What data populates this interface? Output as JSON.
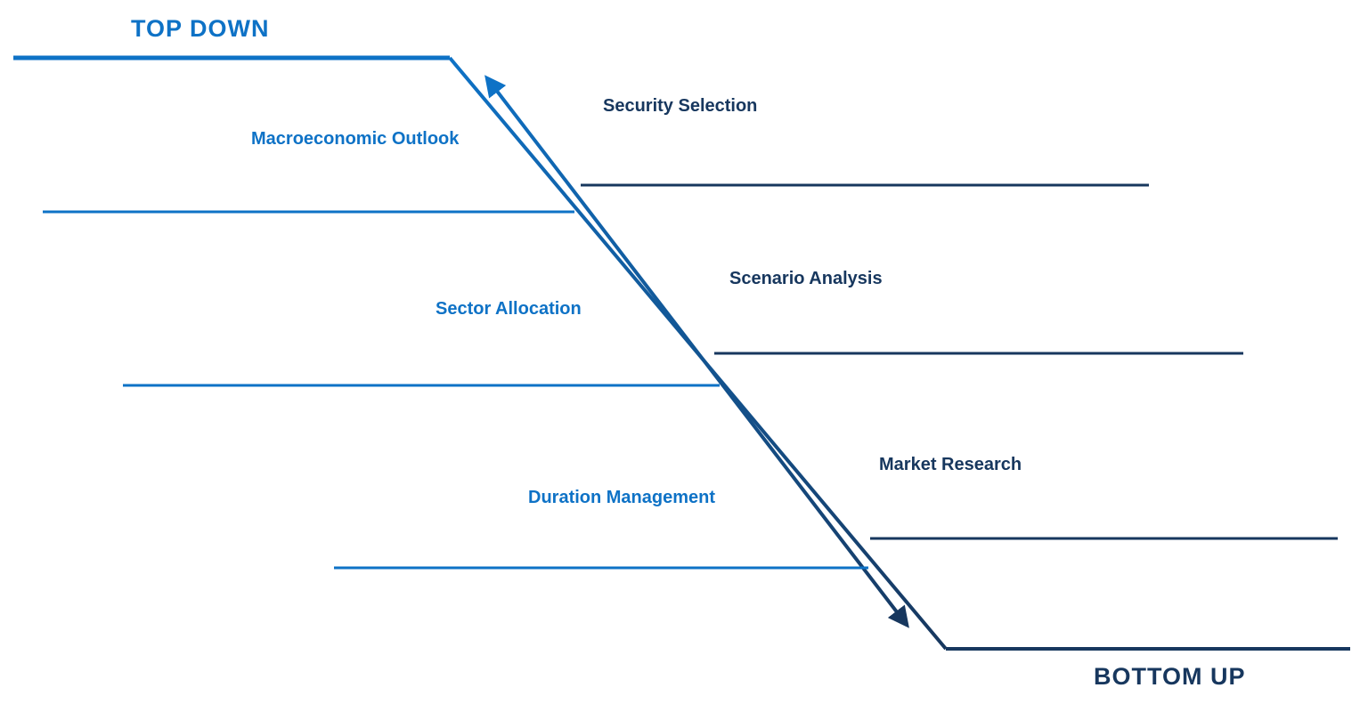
{
  "diagram": {
    "title_left": "TOP DOWN",
    "title_right": "BOTTOM UP",
    "colors": {
      "top_down": "#0E72C6",
      "bottom_up": "#17375E"
    },
    "top_down_steps": [
      {
        "label": "Macroeconomic Outlook"
      },
      {
        "label": "Sector Allocation"
      },
      {
        "label": "Duration Management"
      }
    ],
    "bottom_up_steps": [
      {
        "label": "Security Selection"
      },
      {
        "label": "Scenario Analysis"
      },
      {
        "label": "Market Research"
      }
    ],
    "arrow": {
      "direction_label": "two-way"
    }
  }
}
